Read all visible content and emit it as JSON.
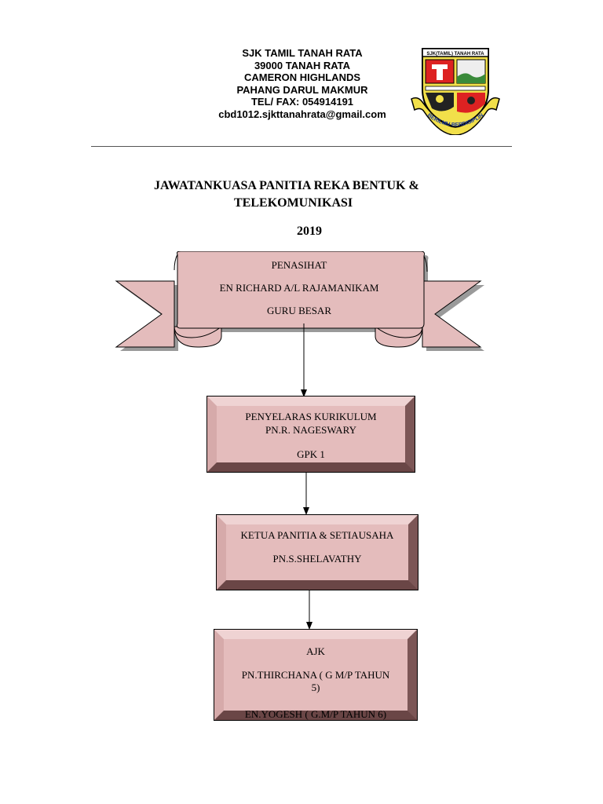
{
  "header": {
    "lines": [
      "SJK TAMIL TANAH RATA",
      "39000 TANAH RATA",
      "CAMERON HIGHLANDS",
      "PAHANG DARUL MAKMUR",
      "TEL/ FAX: 054914191",
      "cbd1012.sjkttanahrata@gmail.com"
    ],
    "logo": {
      "top_text": "SJK(TAMIL) TANAH RATA",
      "motto": "BERILMU BERDISIPLIN"
    }
  },
  "title": {
    "line1": "JAWATANKUASA  PANITIA  REKA BENTUK &",
    "line2": "TELEKOMUNIKASI",
    "year": "2019"
  },
  "ribbon": {
    "role": "PENASIHAT",
    "name": "EN RICHARD A/L RAJAMANIKAM",
    "position": "GURU BESAR"
  },
  "box1": {
    "role": "PENYELARAS KURIKULUM",
    "name": "PN.R. NAGESWARY",
    "position": "GPK 1"
  },
  "box2": {
    "role": "KETUA PANITIA & SETIAUSAHA",
    "name": "PN.S.SHELAVATHY"
  },
  "box3": {
    "role": "AJK",
    "member1_line1": "PN.THIRCHANA ( G M/P TAHUN",
    "member1_line2": "5)",
    "member2": "EN.YOGESH ( G.M/P TAHUN 6)"
  },
  "colors": {
    "fill": "#e4bcbc",
    "shadow": "#9a9a9a"
  }
}
